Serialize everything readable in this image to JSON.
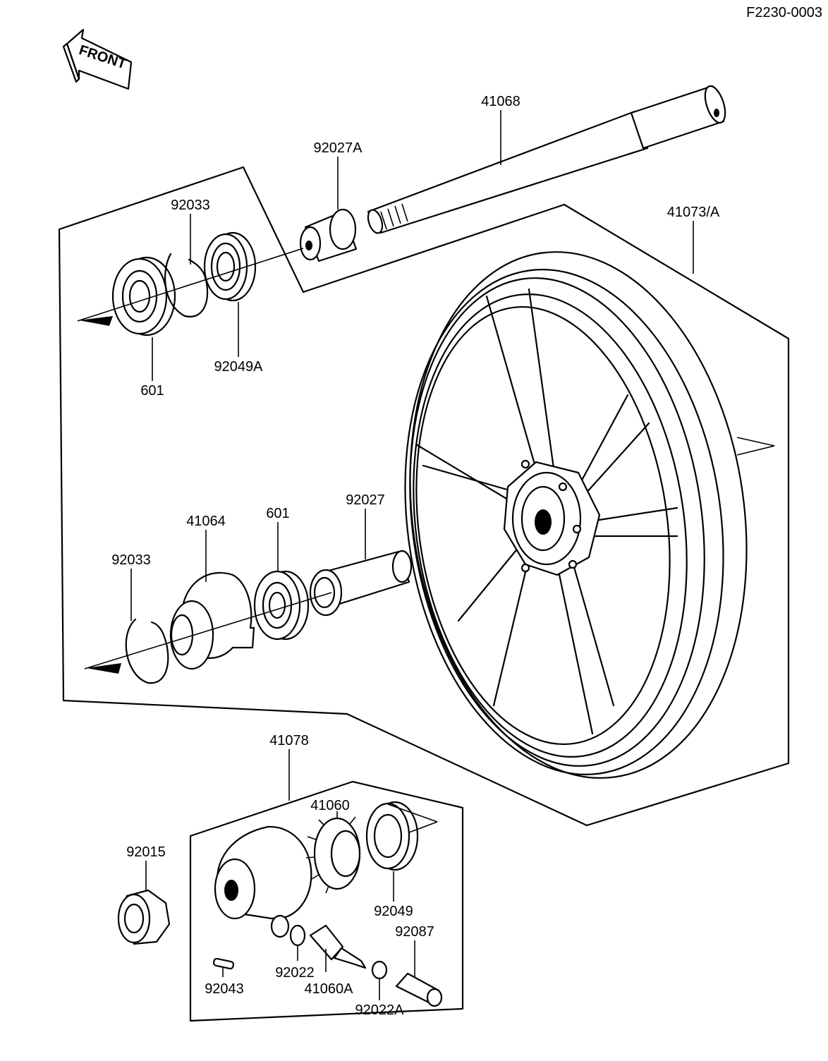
{
  "doc_code": "F2230-0003",
  "front_label": "FRONT",
  "callouts": {
    "axle": "41068",
    "axle_collar": "92027A",
    "wheel": "41073/A",
    "circlip_upper": "92033",
    "bearing_upper": "601",
    "oil_seal_upper": "92049A",
    "circlip_lower": "92033",
    "speedo_drive_plate": "41064",
    "bearing_lower": "601",
    "collar": "92027",
    "meter_gear_housing": "41078",
    "drive_gear": "41060",
    "oil_seal_gear": "92049",
    "nut": "92015",
    "pin": "92043",
    "washer": "92022",
    "pinion": "41060A",
    "washer_small": "92022A",
    "bushing": "92087"
  }
}
